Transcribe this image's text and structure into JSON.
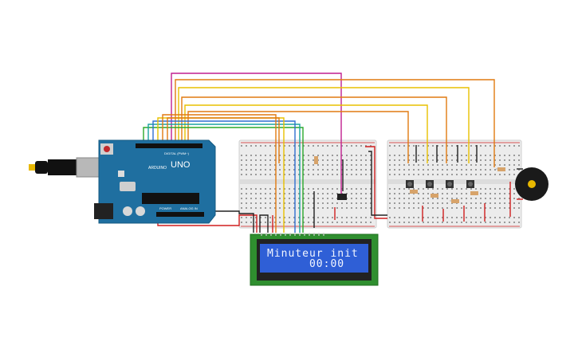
{
  "board": {
    "brand": "ARDUINO",
    "model": "UNO",
    "header_label": "DIGITAL (PWM~)",
    "power_label": "POWER",
    "analog_label": "ANALOG IN"
  },
  "lcd": {
    "line1": "Minuteur init",
    "line2": "      00:00"
  },
  "colors": {
    "breadboard": "#ececec",
    "arduino_board": "#1f6fa0",
    "lcd_pcb": "#2f8f2f",
    "lcd_screen": "#2f5fd6",
    "wire_red": "#d01f1f",
    "wire_black": "#222222",
    "wire_magenta": "#c01f8f",
    "wire_orange": "#e07a10",
    "wire_yellow": "#e8c000",
    "wire_green": "#2aa82a",
    "wire_teal": "#1aa3a0",
    "wire_blue": "#2f6fd0"
  },
  "components": {
    "push_buttons": 4,
    "resistors_visible": 6,
    "piezo_buzzer": 1,
    "potentiometer": 1
  }
}
